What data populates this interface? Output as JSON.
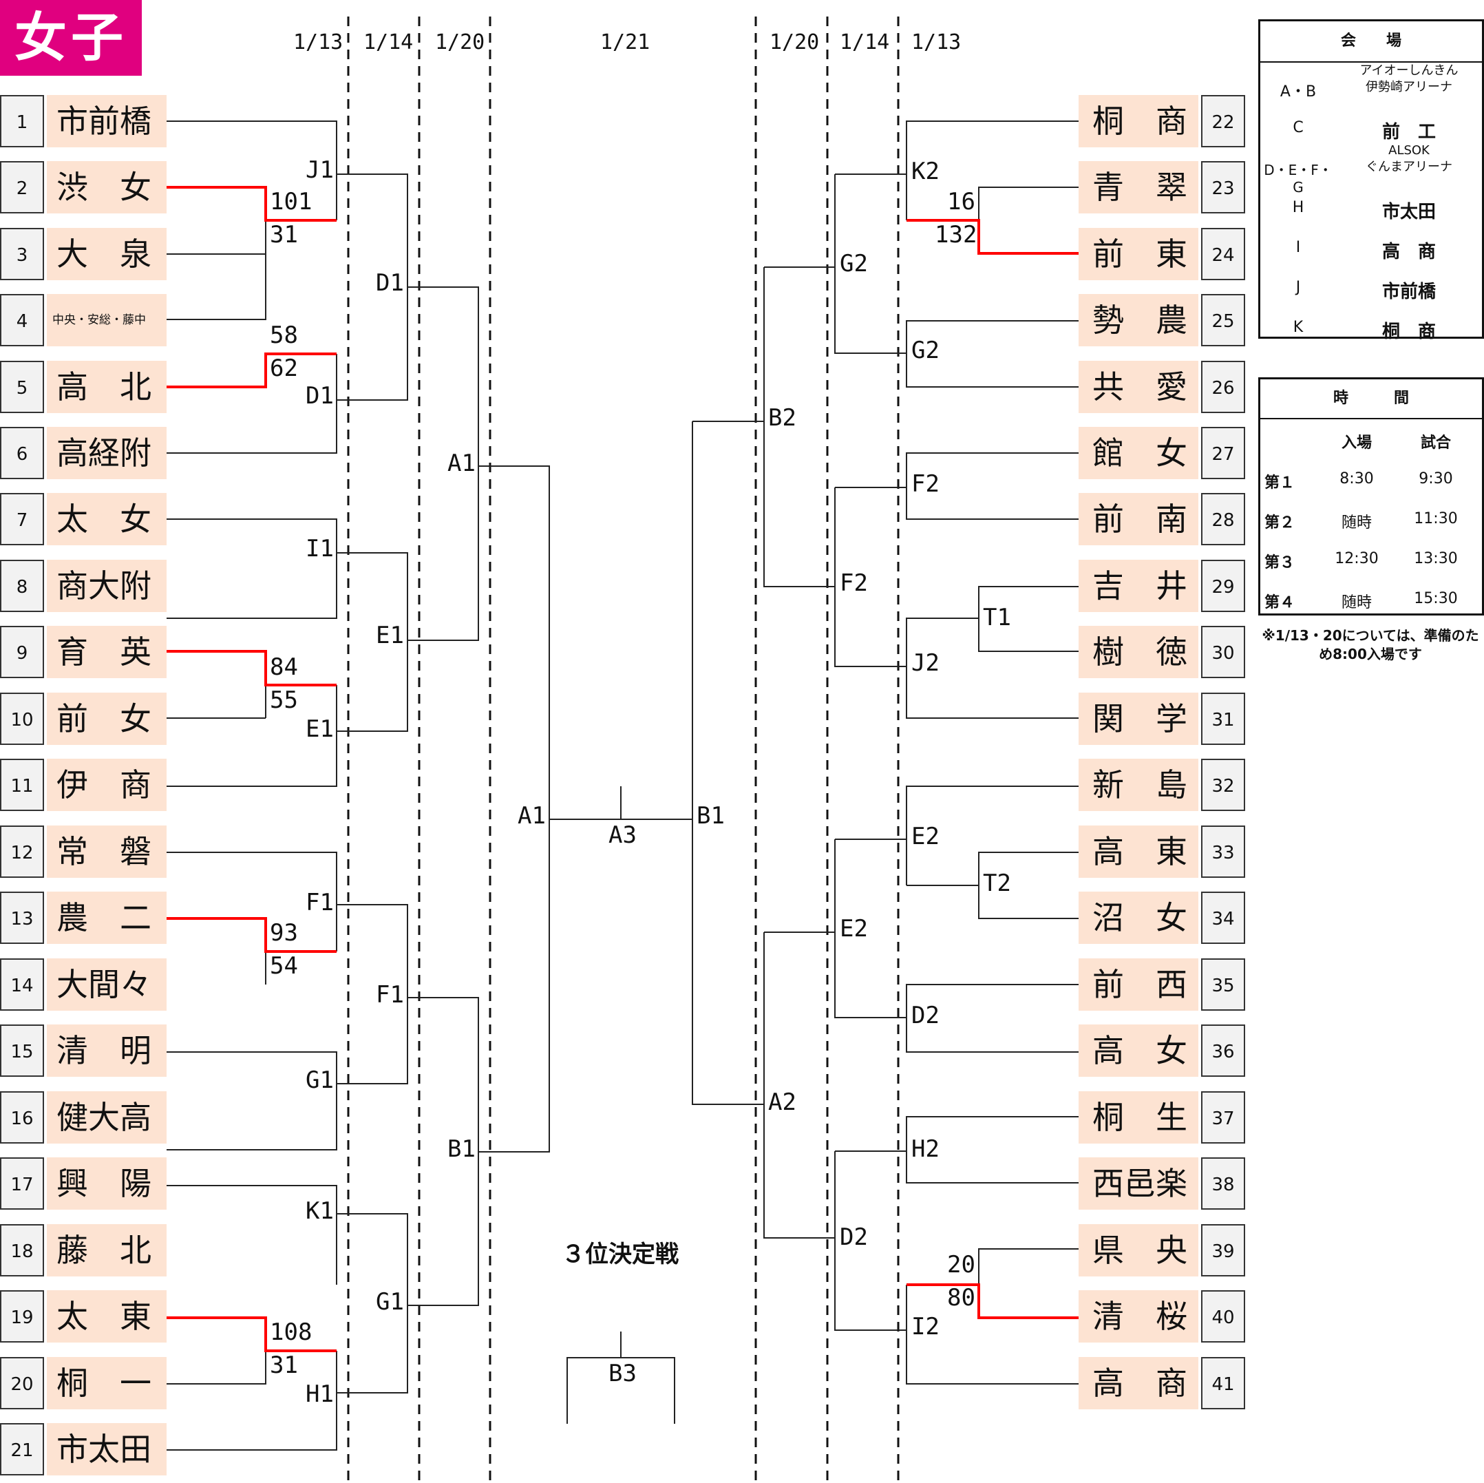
{
  "title": "女子",
  "dates": {
    "left_r1": "1/13",
    "left_r2": "1/14",
    "left_r3": "1/20",
    "final": "1/21",
    "right_r3": "1/20",
    "right_r2": "1/14",
    "right_r1": "1/13"
  },
  "left_teams": [
    {
      "seed": "1",
      "name": "市前橋"
    },
    {
      "seed": "2",
      "name": "渋　女"
    },
    {
      "seed": "3",
      "name": "大　泉"
    },
    {
      "seed": "4",
      "name": "中央・安総・藤中"
    },
    {
      "seed": "5",
      "name": "高　北"
    },
    {
      "seed": "6",
      "name": "高経附"
    },
    {
      "seed": "7",
      "name": "太　女"
    },
    {
      "seed": "8",
      "name": "商大附"
    },
    {
      "seed": "9",
      "name": "育　英"
    },
    {
      "seed": "10",
      "name": "前　女"
    },
    {
      "seed": "11",
      "name": "伊　商"
    },
    {
      "seed": "12",
      "name": "常　磐"
    },
    {
      "seed": "13",
      "name": "農　二"
    },
    {
      "seed": "14",
      "name": "大間々"
    },
    {
      "seed": "15",
      "name": "清　明"
    },
    {
      "seed": "16",
      "name": "健大高"
    },
    {
      "seed": "17",
      "name": "興　陽"
    },
    {
      "seed": "18",
      "name": "藤　北"
    },
    {
      "seed": "19",
      "name": "太　東"
    },
    {
      "seed": "20",
      "name": "桐　一"
    },
    {
      "seed": "21",
      "name": "市太田"
    }
  ],
  "right_teams": [
    {
      "seed": "22",
      "name": "桐　商"
    },
    {
      "seed": "23",
      "name": "青　翠"
    },
    {
      "seed": "24",
      "name": "前　東"
    },
    {
      "seed": "25",
      "name": "勢　農"
    },
    {
      "seed": "26",
      "name": "共　愛"
    },
    {
      "seed": "27",
      "name": "館　女"
    },
    {
      "seed": "28",
      "name": "前　南"
    },
    {
      "seed": "29",
      "name": "吉　井"
    },
    {
      "seed": "30",
      "name": "樹　徳"
    },
    {
      "seed": "31",
      "name": "関　学"
    },
    {
      "seed": "32",
      "name": "新　島"
    },
    {
      "seed": "33",
      "name": "高　東"
    },
    {
      "seed": "34",
      "name": "沼　女"
    },
    {
      "seed": "35",
      "name": "前　西"
    },
    {
      "seed": "36",
      "name": "高　女"
    },
    {
      "seed": "37",
      "name": "桐　生"
    },
    {
      "seed": "38",
      "name": "西邑楽"
    },
    {
      "seed": "39",
      "name": "県　央"
    },
    {
      "seed": "40",
      "name": "清　桜"
    },
    {
      "seed": "41",
      "name": "高　商"
    }
  ],
  "match_labels": {
    "J1": "J1",
    "D1a": "D1",
    "D1b": "D1",
    "I1": "I1",
    "E1a": "E1",
    "E1b": "E1",
    "F1a": "F1",
    "F1b": "F1",
    "G1a": "G1",
    "G1b": "G1",
    "K1": "K1",
    "H1": "H1",
    "A1a": "A1",
    "B1a": "B1",
    "A1b": "A1",
    "A3": "A3",
    "B1b": "B1",
    "B2": "B2",
    "A2": "A2",
    "G2a": "G2",
    "G2b": "G2",
    "F2a": "F2",
    "F2b": "F2",
    "E2a": "E2",
    "E2b": "E2",
    "D2a": "D2",
    "D2b": "D2",
    "K2": "K2",
    "J2": "J2",
    "T1": "T1",
    "T2": "T2",
    "H2": "H2",
    "I2": "I2",
    "B3": "B3"
  },
  "scores": {
    "s101": "101",
    "s31a": "31",
    "s58": "58",
    "s62": "62",
    "s84": "84",
    "s55": "55",
    "s93": "93",
    "s54": "54",
    "s108": "108",
    "s31b": "31",
    "s16": "16",
    "s132": "132",
    "s20": "20",
    "s80": "80"
  },
  "third_place": "３位決定戦",
  "venue": {
    "header": "会　　場",
    "rows": [
      {
        "key": "A・B",
        "val": "アイオーしんきん\n伊勢崎アリーナ"
      },
      {
        "key": "C",
        "val": "前　工"
      },
      {
        "key": "D・E・F・G",
        "val": "ALSOK\nぐんまアリーナ"
      },
      {
        "key": "H",
        "val": "市太田"
      },
      {
        "key": "I",
        "val": "高　商"
      },
      {
        "key": "J",
        "val": "市前橋"
      },
      {
        "key": "K",
        "val": "桐　商"
      }
    ]
  },
  "time": {
    "header": "時　　　間",
    "col1": "入場",
    "col2": "試合",
    "rows": [
      {
        "label": "第１",
        "entry": "8:30",
        "match": "9:30"
      },
      {
        "label": "第２",
        "entry": "随時",
        "match": "11:30"
      },
      {
        "label": "第３",
        "entry": "12:30",
        "match": "13:30"
      },
      {
        "label": "第４",
        "entry": "随時",
        "match": "15:30"
      }
    ],
    "note": "※1/13・20については、準備のため8:00入場です"
  },
  "colors": {
    "winner_line": "#ff0000",
    "team_bg": "#fde3d2",
    "title_bg": "#e0007f"
  }
}
